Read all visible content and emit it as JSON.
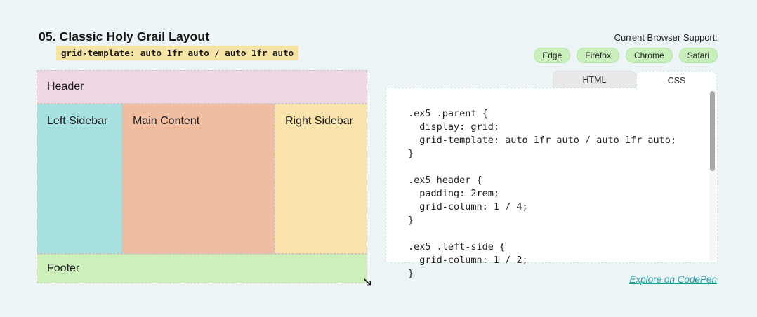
{
  "header": {
    "title": "05. Classic Holy Grail Layout",
    "code_chip": "grid-template: auto 1fr auto / auto 1fr auto",
    "chip_bg_color": "#f6e3a6"
  },
  "browser_support": {
    "label": "Current Browser Support:",
    "badges": [
      "Edge",
      "Firefox",
      "Chrome",
      "Safari"
    ],
    "badge_bg_color": "#c8efbc"
  },
  "demo": {
    "regions": {
      "header": {
        "label": "Header",
        "color": "#f0d7e6"
      },
      "left_sidebar": {
        "label": "Left Sidebar",
        "color": "#a6e1df"
      },
      "main_content": {
        "label": "Main Content",
        "color": "#f0bda1"
      },
      "right_sidebar": {
        "label": "Right Sidebar",
        "color": "#f7e3ab"
      },
      "footer": {
        "label": "Footer",
        "color": "#cdf0ba"
      }
    }
  },
  "code_panel": {
    "tabs": [
      {
        "label": "HTML",
        "active": false
      },
      {
        "label": "CSS",
        "active": true
      }
    ],
    "lines": [
      ".ex5 .parent {",
      "  display: grid;",
      "  grid-template: auto 1fr auto / auto 1fr auto;",
      "}",
      "",
      ".ex5 header {",
      "  padding: 2rem;",
      "  grid-column: 1 / 4;",
      "}",
      "",
      ".ex5 .left-side {",
      "  grid-column: 1 / 2;",
      "}"
    ]
  },
  "footer_link": {
    "label": "Explore on CodePen",
    "color": "#2795a5"
  }
}
